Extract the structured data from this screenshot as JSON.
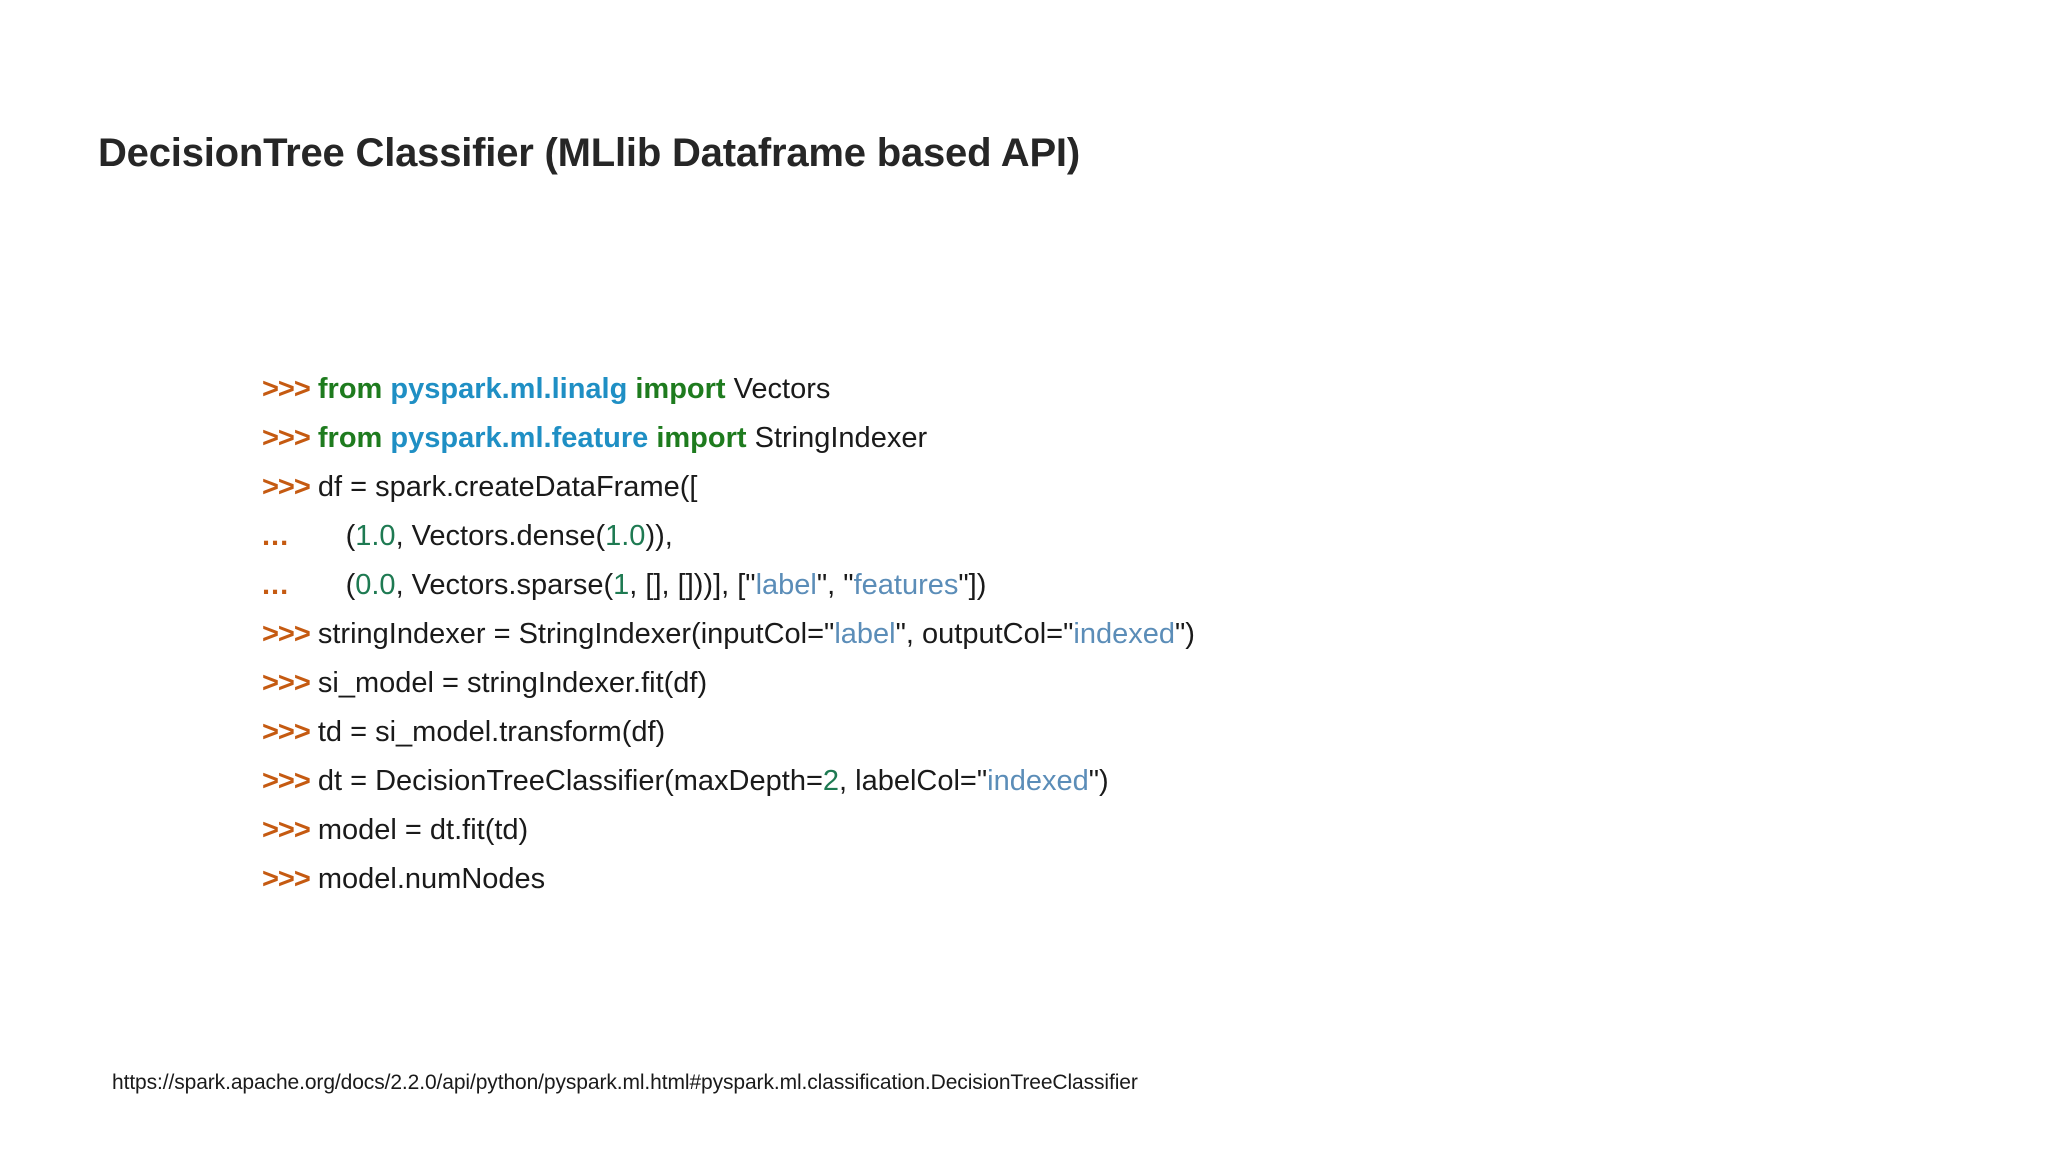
{
  "slide": {
    "title": "DecisionTree Classifier (MLlib Dataframe based API)",
    "footer_url": "https://spark.apache.org/docs/2.2.0/api/python/pyspark.ml.html#pyspark.ml.classification.DecisionTreeClassifier"
  },
  "colors": {
    "background": "#ffffff",
    "title": "#262626",
    "prompt": "#C55A11",
    "keyword": "#1E7B1E",
    "module": "#1F8FC4",
    "number": "#1E7A52",
    "string": "#5B8DB8",
    "plain": "#1a1a1a"
  },
  "code": {
    "prompt_primary": ">>>",
    "prompt_continuation": "...",
    "lines": [
      {
        "prompt": ">>>",
        "prompt_type": "primary",
        "text": "from pyspark.ml.linalg import Vectors",
        "tokens": [
          {
            "t": "from",
            "k": "kw"
          },
          {
            "t": " ",
            "k": "plain"
          },
          {
            "t": "pyspark.ml.linalg",
            "k": "mod"
          },
          {
            "t": " ",
            "k": "plain"
          },
          {
            "t": "import",
            "k": "kw"
          },
          {
            "t": " Vectors",
            "k": "plain"
          }
        ]
      },
      {
        "prompt": ">>>",
        "prompt_type": "primary",
        "text": "from pyspark.ml.feature import StringIndexer",
        "tokens": [
          {
            "t": "from",
            "k": "kw"
          },
          {
            "t": " ",
            "k": "plain"
          },
          {
            "t": "pyspark.ml.feature",
            "k": "mod"
          },
          {
            "t": " ",
            "k": "plain"
          },
          {
            "t": "import",
            "k": "kw"
          },
          {
            "t": " StringIndexer",
            "k": "plain"
          }
        ]
      },
      {
        "prompt": ">>>",
        "prompt_type": "primary",
        "text": "df = spark.createDataFrame([",
        "tokens": [
          {
            "t": "df = spark.createDataFrame([",
            "k": "plain"
          }
        ]
      },
      {
        "prompt": "...",
        "prompt_type": "continuation",
        "text": "    (1.0, Vectors.dense(1.0)),",
        "tokens": [
          {
            "t": "    (",
            "k": "plain"
          },
          {
            "t": "1.0",
            "k": "num"
          },
          {
            "t": ", Vectors.dense(",
            "k": "plain"
          },
          {
            "t": "1.0",
            "k": "num"
          },
          {
            "t": ")),",
            "k": "plain"
          }
        ]
      },
      {
        "prompt": "...",
        "prompt_type": "continuation",
        "text": "    (0.0, Vectors.sparse(1, [], []))], [\"label\", \"features\"])",
        "tokens": [
          {
            "t": "    (",
            "k": "plain"
          },
          {
            "t": "0.0",
            "k": "num"
          },
          {
            "t": ", Vectors.sparse(",
            "k": "plain"
          },
          {
            "t": "1",
            "k": "num"
          },
          {
            "t": ", [], []))], [\"",
            "k": "plain"
          },
          {
            "t": "label",
            "k": "str"
          },
          {
            "t": "\", \"",
            "k": "plain"
          },
          {
            "t": "features",
            "k": "str"
          },
          {
            "t": "\"])",
            "k": "plain"
          }
        ]
      },
      {
        "prompt": ">>>",
        "prompt_type": "primary",
        "text": "stringIndexer = StringIndexer(inputCol=\"label\", outputCol=\"indexed\")",
        "tokens": [
          {
            "t": "stringIndexer = StringIndexer(inputCol=\"",
            "k": "plain"
          },
          {
            "t": "label",
            "k": "str"
          },
          {
            "t": "\", outputCol=\"",
            "k": "plain"
          },
          {
            "t": "indexed",
            "k": "str"
          },
          {
            "t": "\")",
            "k": "plain"
          }
        ]
      },
      {
        "prompt": ">>>",
        "prompt_type": "primary",
        "text": "si_model = stringIndexer.fit(df)",
        "tokens": [
          {
            "t": "si_model = stringIndexer.fit(df)",
            "k": "plain"
          }
        ]
      },
      {
        "prompt": ">>>",
        "prompt_type": "primary",
        "text": "td = si_model.transform(df)",
        "tokens": [
          {
            "t": "td = si_model.transform(df)",
            "k": "plain"
          }
        ]
      },
      {
        "prompt": ">>>",
        "prompt_type": "primary",
        "text": "dt = DecisionTreeClassifier(maxDepth=2, labelCol=\"indexed\")",
        "tokens": [
          {
            "t": "dt = DecisionTreeClassifier(maxDepth=",
            "k": "plain"
          },
          {
            "t": "2",
            "k": "num"
          },
          {
            "t": ", labelCol=\"",
            "k": "plain"
          },
          {
            "t": "indexed",
            "k": "str"
          },
          {
            "t": "\")",
            "k": "plain"
          }
        ]
      },
      {
        "prompt": ">>>",
        "prompt_type": "primary",
        "text": "model = dt.fit(td)",
        "tokens": [
          {
            "t": "model = dt.fit(td)",
            "k": "plain"
          }
        ]
      },
      {
        "prompt": ">>>",
        "prompt_type": "primary",
        "text": "model.numNodes",
        "tokens": [
          {
            "t": "model.numNodes",
            "k": "plain"
          }
        ]
      }
    ]
  }
}
